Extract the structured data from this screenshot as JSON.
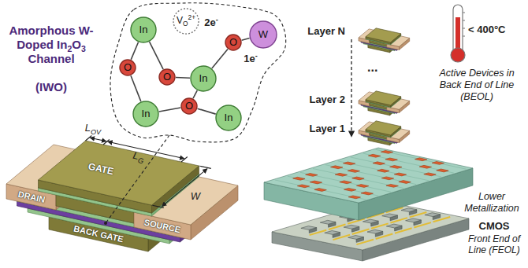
{
  "diagram": {
    "nodes": [
      {
        "text": [
          "In"
        ]
      },
      {
        "text": [
          "VO2+"
        ]
      },
      {
        "text": [
          "O"
        ]
      },
      {
        "text": [
          "W"
        ]
      },
      {
        "text": [
          "O"
        ]
      },
      {
        "text": [
          "O"
        ]
      },
      {
        "text": [
          "In"
        ]
      },
      {
        "text": [
          "O"
        ]
      },
      {
        "text": [
          "In"
        ]
      },
      {
        "text": [
          "In"
        ]
      }
    ],
    "edges": [
      {
        "from": 0,
        "to": 4,
        "arrow": "none"
      },
      {
        "from": 0,
        "to": 5,
        "arrow": "none"
      },
      {
        "from": 5,
        "to": 6,
        "arrow": "none"
      },
      {
        "from": 6,
        "to": 2,
        "arrow": "none"
      },
      {
        "from": 2,
        "to": 3,
        "arrow": "none"
      },
      {
        "from": 6,
        "to": 7,
        "arrow": "none"
      },
      {
        "from": 7,
        "to": 8,
        "arrow": "none"
      },
      {
        "from": 7,
        "to": 9,
        "arrow": "none"
      },
      {
        "from": 4,
        "to": 8,
        "arrow": "none"
      }
    ],
    "labels": [
      "Amorphous W-Doped In2O3 Channel",
      "(IWO)",
      "2e-",
      "1e-",
      "LOV",
      "LG",
      "W",
      "DRAIN",
      "GATE",
      "SOURCE",
      "BACK GATE",
      "Layer N",
      "...",
      "Layer 2",
      "Layer 1",
      "< 400°C",
      "Active Devices in Back End of Line (BEOL)",
      "Lower Metallization",
      "CMOS",
      "Front End of Line (FEOL)"
    ]
  }
}
